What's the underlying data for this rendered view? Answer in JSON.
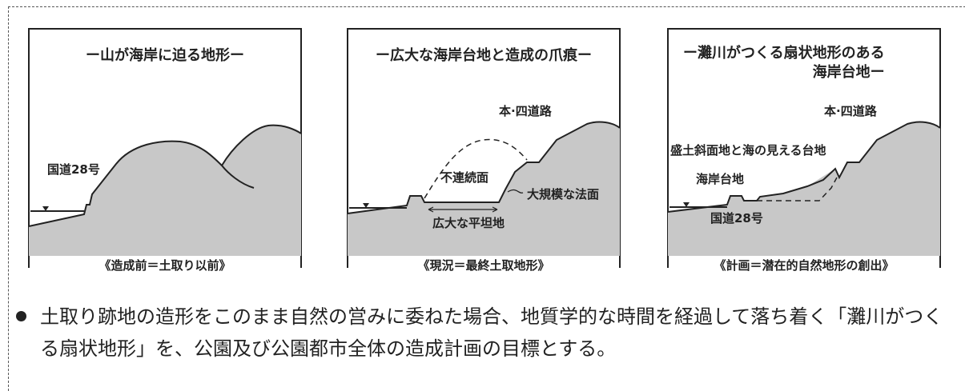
{
  "panels": [
    {
      "title": "ー山が海岸に迫る地形ー",
      "caption": "《造成前＝土取り以前》",
      "labels": {
        "road": "国道28号"
      }
    },
    {
      "title": "ー広大な海岸台地と造成の爪痕ー",
      "caption": "《現況＝最終土取地形》",
      "labels": {
        "highway": "本·四道路",
        "discontinuity": "不連続面",
        "large_slope": "大規模な法面",
        "flat_land": "広大な平坦地"
      }
    },
    {
      "title_line1": "ー灘川がつくる扇状地形のある",
      "title_line2": "海岸台地ー",
      "caption": "《計画＝潜在的自然地形の創出》",
      "labels": {
        "highway": "本·四道路",
        "embankment": "盛土斜面地と海の見える台地",
        "coastal_terrace": "海岸台地",
        "road": "国道28号"
      }
    }
  ],
  "note": "土取り跡地の造形をこのまま自然の営みに委ねた場合、地質学的な時間を経過して落ち着く「灘川がつくる扇状地形」を、公園及び公園都市全体の造成計画の目標とする。",
  "colors": {
    "terrain_fill": "#c8c8c8",
    "line": "#222222"
  }
}
